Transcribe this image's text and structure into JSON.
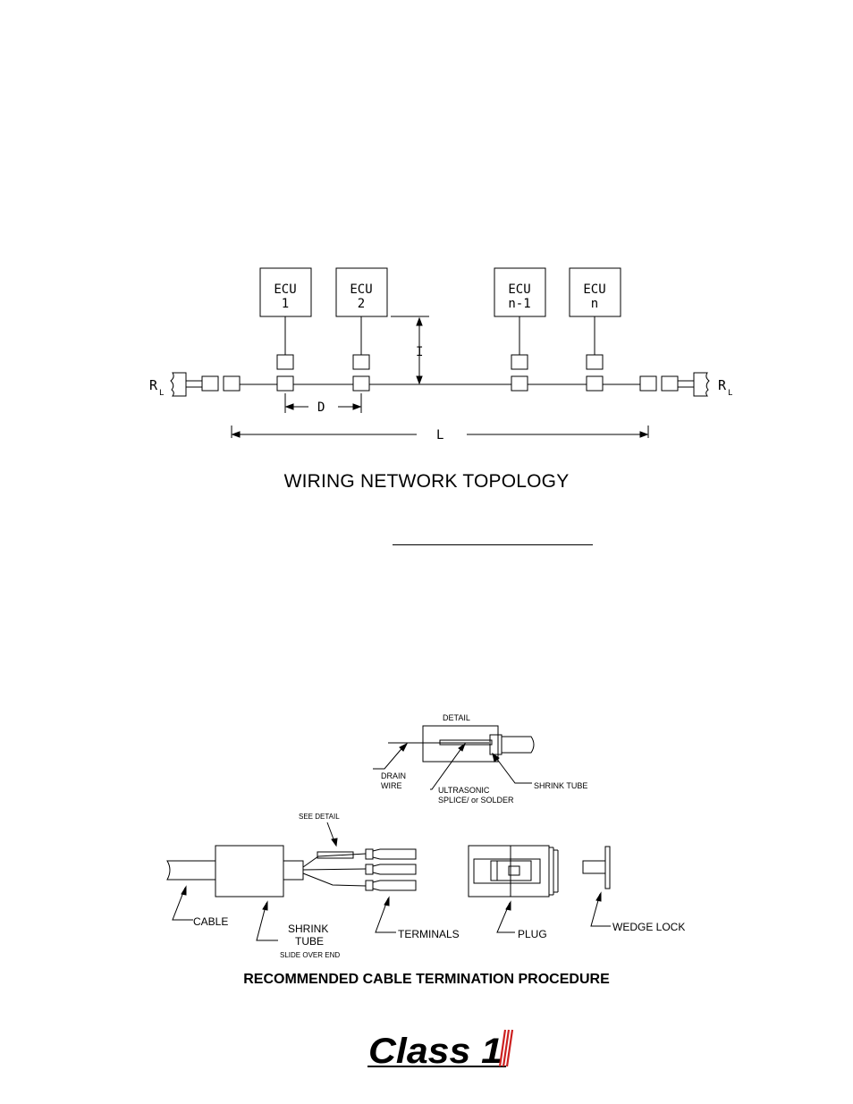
{
  "topology": {
    "title": "WIRING NETWORK TOPOLOGY",
    "ecus": [
      {
        "name": "ECU",
        "index": "1"
      },
      {
        "name": "ECU",
        "index": "2"
      },
      {
        "name": "ECU",
        "index": "n-1"
      },
      {
        "name": "ECU",
        "index": "n"
      }
    ],
    "load_resistor_left": {
      "main": "R",
      "sub": "L"
    },
    "load_resistor_right": {
      "main": "R",
      "sub": "L"
    },
    "dimension_d": "D",
    "dimension_i": "I",
    "dimension_l": "L"
  },
  "termination": {
    "title": "RECOMMENDED CABLE TERMINATION PROCEDURE",
    "detail_label": "DETAIL",
    "drain_wire": [
      "DRAIN",
      "WIRE"
    ],
    "ultrasonic": [
      "ULTRASONIC",
      "SPLICE/ or SOLDER"
    ],
    "shrink_tube_detail": "SHRINK  TUBE",
    "see_detail": "SEE DETAIL",
    "cable": "CABLE",
    "shrink_tube": [
      "SHRINK",
      "TUBE"
    ],
    "slide_over_end": "SLIDE OVER END",
    "terminals": "TERMINALS",
    "plug": "PLUG",
    "wedge_lock": "WEDGE LOCK"
  },
  "logo": {
    "text": "Class 1",
    "accent_color": "#cc1f1f"
  }
}
